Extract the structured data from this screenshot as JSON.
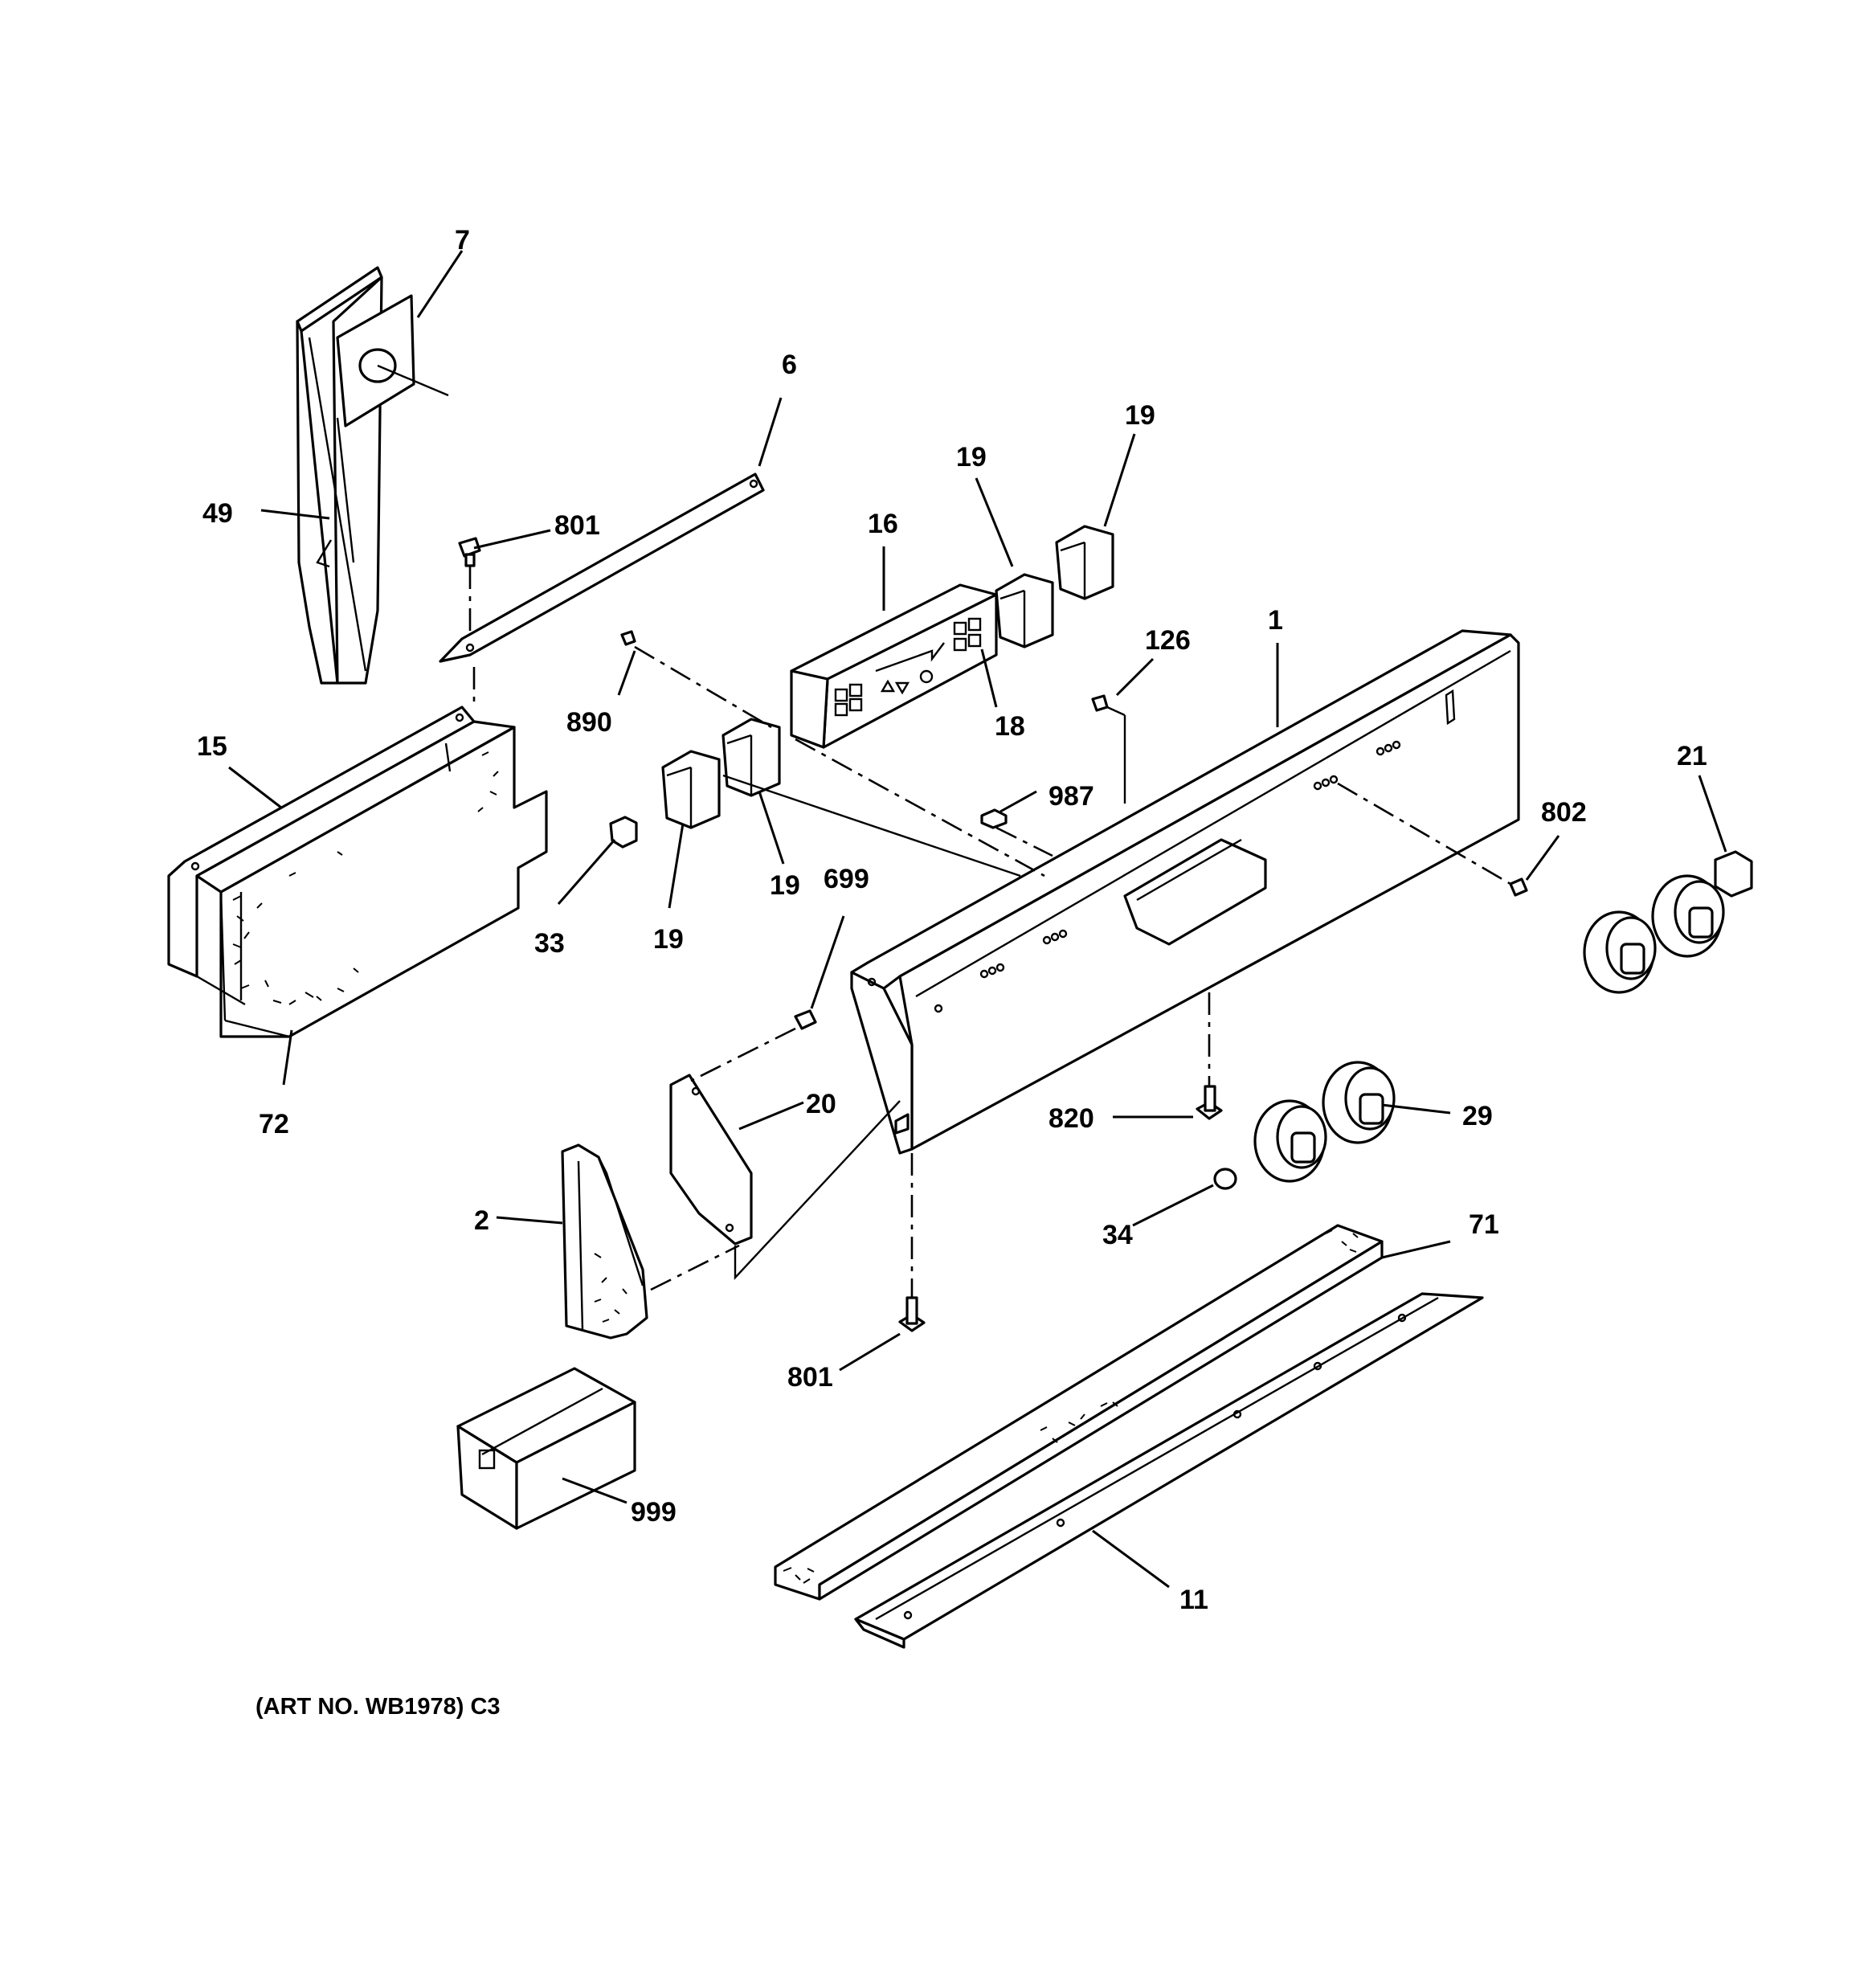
{
  "diagram": {
    "caption": "(ART NO. WB1978) C3",
    "callouts": [
      {
        "id": "c-7",
        "text": "7"
      },
      {
        "id": "c-6",
        "text": "6"
      },
      {
        "id": "c-49",
        "text": "49"
      },
      {
        "id": "c-801a",
        "text": "801"
      },
      {
        "id": "c-19a",
        "text": "19"
      },
      {
        "id": "c-19b",
        "text": "19"
      },
      {
        "id": "c-16",
        "text": "16"
      },
      {
        "id": "c-126",
        "text": "126"
      },
      {
        "id": "c-1",
        "text": "1"
      },
      {
        "id": "c-890",
        "text": "890"
      },
      {
        "id": "c-18",
        "text": "18"
      },
      {
        "id": "c-15",
        "text": "15"
      },
      {
        "id": "c-21",
        "text": "21"
      },
      {
        "id": "c-987",
        "text": "987"
      },
      {
        "id": "c-802",
        "text": "802"
      },
      {
        "id": "c-699",
        "text": "699"
      },
      {
        "id": "c-19c",
        "text": "19"
      },
      {
        "id": "c-33",
        "text": "33"
      },
      {
        "id": "c-19d",
        "text": "19"
      },
      {
        "id": "c-20",
        "text": "20"
      },
      {
        "id": "c-72",
        "text": "72"
      },
      {
        "id": "c-820",
        "text": "820"
      },
      {
        "id": "c-29",
        "text": "29"
      },
      {
        "id": "c-2",
        "text": "2"
      },
      {
        "id": "c-34",
        "text": "34"
      },
      {
        "id": "c-71",
        "text": "71"
      },
      {
        "id": "c-801b",
        "text": "801"
      },
      {
        "id": "c-999",
        "text": "999"
      },
      {
        "id": "c-11",
        "text": "11"
      }
    ]
  }
}
